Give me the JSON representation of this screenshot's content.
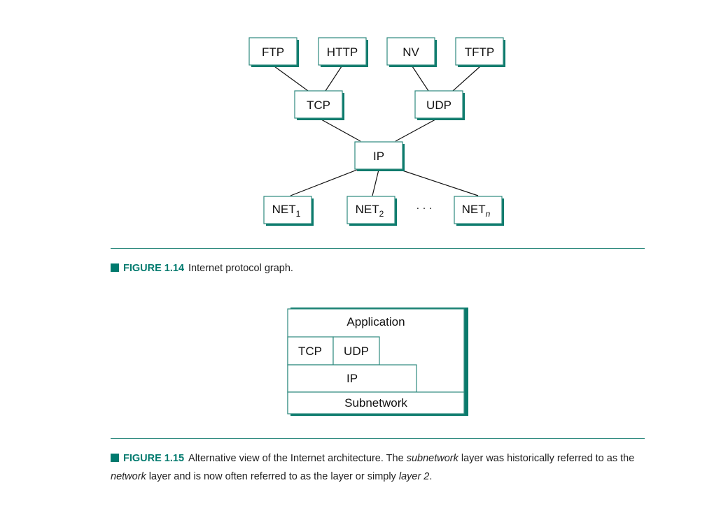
{
  "figure_1_14": {
    "nodes": {
      "ftp": "FTP",
      "http": "HTTP",
      "nv": "NV",
      "tftp": "TFTP",
      "tcp": "TCP",
      "udp": "UDP",
      "ip": "IP",
      "net1_base": "NET",
      "net1_sub": "1",
      "net2_base": "NET",
      "net2_sub": "2",
      "netn_base": "NET",
      "netn_sub": "n",
      "ellipsis": "· · ·"
    },
    "caption": {
      "label": "FIGURE 1.14",
      "text": "Internet protocol graph."
    }
  },
  "figure_1_15": {
    "layers": {
      "application": "Application",
      "tcp": "TCP",
      "udp": "UDP",
      "ip": "IP",
      "subnetwork": "Subnetwork"
    },
    "caption": {
      "label": "FIGURE 1.15",
      "text_1": "Alternative view of the Internet architecture. The ",
      "italic_1": "subnetwork",
      "text_2": " layer was historically referred to as the ",
      "italic_2": "network",
      "text_3": " layer and is now often referred to as the layer or simply ",
      "italic_3": "layer 2",
      "text_4": "."
    }
  },
  "colors": {
    "accent": "#007a6e",
    "box_border": "#2e8a7e",
    "shadow": "#0a7a6c"
  }
}
